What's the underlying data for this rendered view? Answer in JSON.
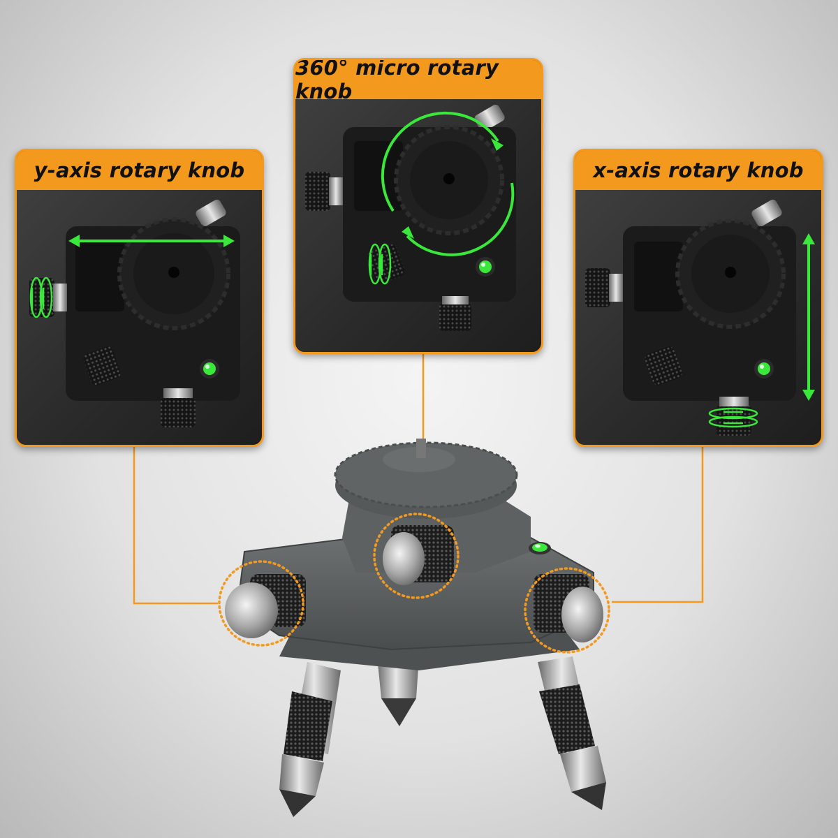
{
  "panels": {
    "y_axis": {
      "title": "y-axis rotary knob"
    },
    "micro_360": {
      "title": "360° micro rotary knob"
    },
    "x_axis": {
      "title": "x-axis rotary knob"
    }
  },
  "colors": {
    "accent_orange": "#f39a1e",
    "indicator_green": "#39e83a",
    "device_black": "#1b1b1b",
    "base_grey": "#5b5e5f"
  },
  "icons": {
    "horizontal_arrow": "double-headed horizontal arrow",
    "vertical_arrow": "double-headed vertical arrow",
    "circular_arrow": "circular rotation arrows",
    "knob_rotation": "small rotation arrows on knob",
    "bubble_level": "green bubble level vial",
    "highlight_ring": "dotted orange circle around knob"
  }
}
